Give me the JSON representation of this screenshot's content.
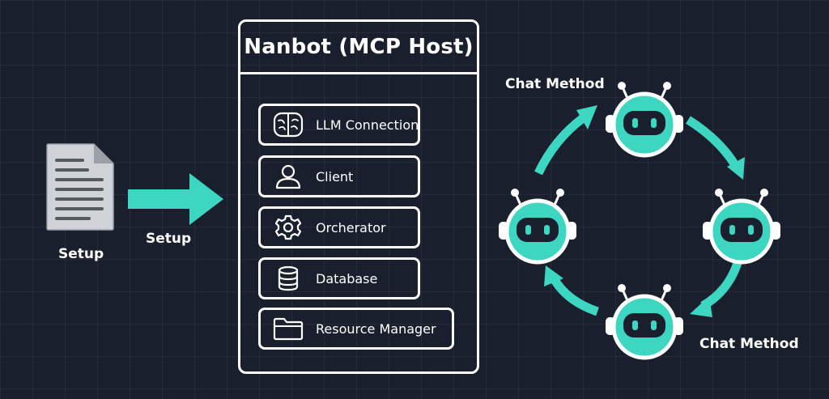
{
  "left": {
    "document_label": "Setup",
    "arrow_label": "Setup"
  },
  "host": {
    "title": "Nanbot (MCP Host)",
    "items": [
      {
        "label": "LLM Connection",
        "icon": "brain-icon"
      },
      {
        "label": "Client",
        "icon": "user-icon"
      },
      {
        "label": "Orcherator",
        "icon": "gear-icon"
      },
      {
        "label": "Database",
        "icon": "database-icon"
      },
      {
        "label": "Resource Manager",
        "icon": "folder-icon"
      }
    ]
  },
  "cycle": {
    "label_top": "Chat Method",
    "label_bottom": "Chat Method",
    "robot_count": 4
  },
  "colors": {
    "accent": "#3dd6c1",
    "background": "#1a1f2e",
    "line": "#ffffff"
  }
}
